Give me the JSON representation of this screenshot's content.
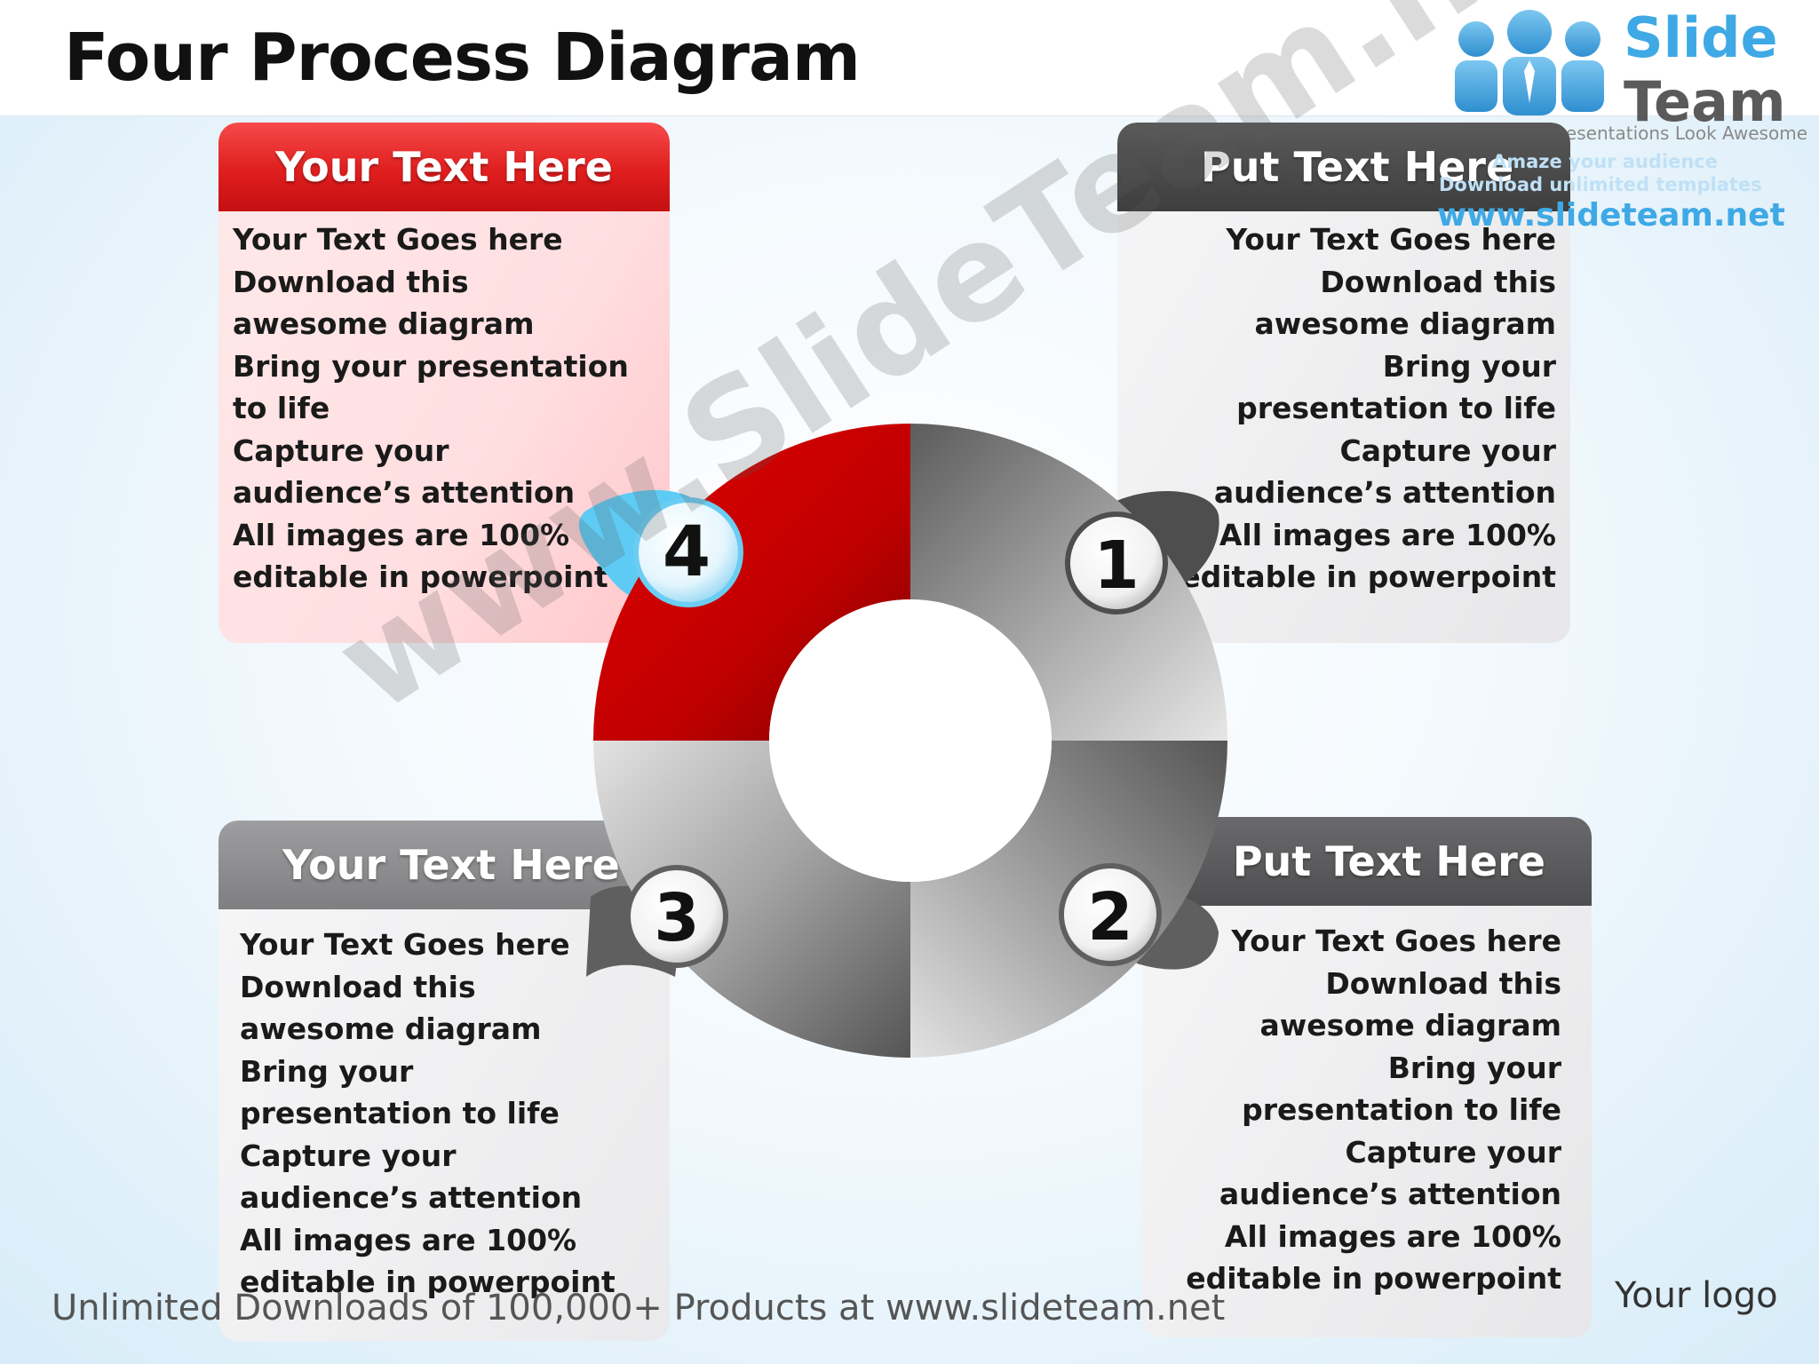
{
  "title": "Four Process Diagram",
  "logo": {
    "word1": "Slide",
    "word2": "Team",
    "tagline": "Making Your Presentations Look Awesome",
    "line1": "Amaze your audience",
    "line2": "Download unlimited templates",
    "url": "www.slideteam.net"
  },
  "boxes": [
    {
      "heading": "Your Text Here",
      "lines": [
        "Your Text Goes here",
        "Download this",
        "awesome diagram",
        "Bring your presentation",
        "to life",
        "Capture your",
        "audience’s attention",
        "All images are 100%",
        "editable in powerpoint"
      ]
    },
    {
      "heading": "Put Text Here",
      "lines": [
        "Your Text Goes here",
        "Download this",
        "awesome diagram",
        "Bring your",
        "presentation to life",
        "Capture your",
        "audience’s attention",
        "All images are 100%",
        "editable in powerpoint"
      ]
    },
    {
      "heading": "Your Text Here",
      "lines": [
        "Your Text Goes here",
        "Download this",
        "awesome diagram",
        "Bring your",
        "presentation to life",
        "Capture your",
        "audience’s attention",
        "All images are 100%",
        "editable in powerpoint"
      ]
    },
    {
      "heading": "Put Text Here",
      "lines": [
        "Your Text Goes here",
        "Download this",
        "awesome diagram",
        "Bring your",
        "presentation to life",
        "Capture your",
        "audience’s attention",
        "All images are 100%",
        "editable in powerpoint"
      ]
    }
  ],
  "steps": [
    "1",
    "2",
    "3",
    "4"
  ],
  "colors": {
    "highlight_red": "#d40000",
    "badge_blue": "#4fc3f7",
    "segment_dark": "#6a6a6a"
  },
  "watermark": "www.SlideTeam.net",
  "footer": "Unlimited Downloads of 100,000+ Products at www.slideteam.net",
  "your_logo": "Your logo"
}
